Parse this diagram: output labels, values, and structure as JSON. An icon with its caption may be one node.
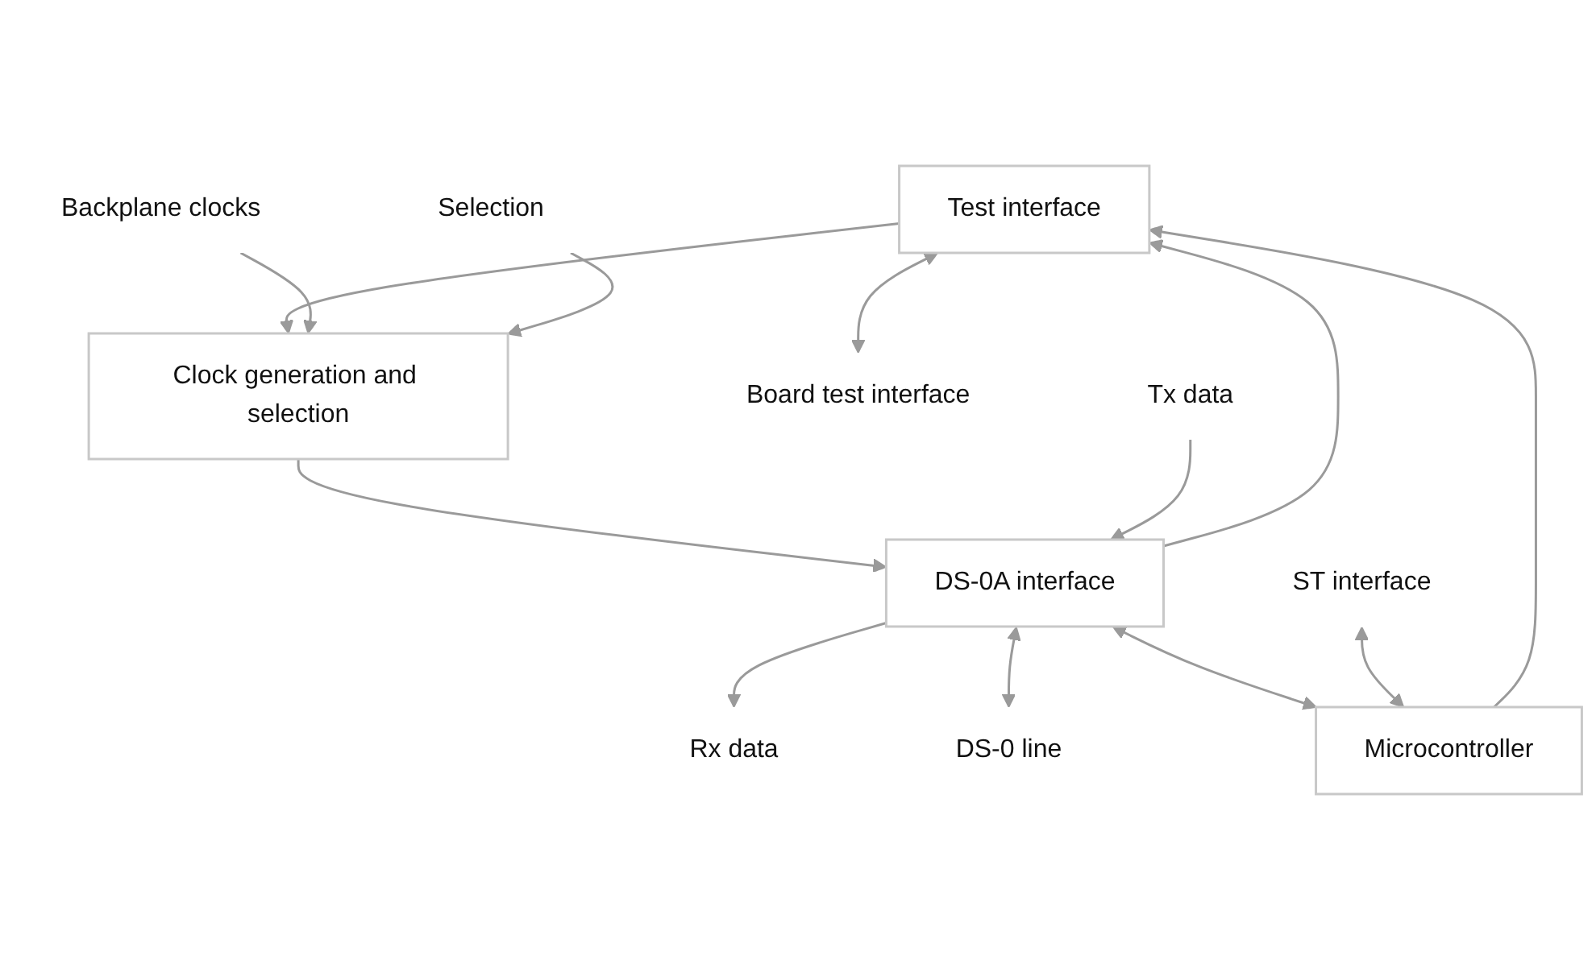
{
  "diagram": {
    "nodes": [
      {
        "text": [
          "Test interface"
        ]
      },
      {
        "text": [
          "Clock generation and selection"
        ]
      },
      {
        "text": [
          "DS-0A interface"
        ]
      },
      {
        "text": [
          "Microcontroller"
        ]
      },
      {
        "text": [
          "Board test interface"
        ]
      },
      {
        "text": [
          "Backplane clocks"
        ]
      },
      {
        "text": [
          "Selection"
        ]
      },
      {
        "text": [
          "Tx data"
        ]
      },
      {
        "text": [
          "Rx data"
        ]
      },
      {
        "text": [
          "DS-0 line"
        ]
      },
      {
        "text": [
          "ST interface"
        ]
      }
    ],
    "edges": [
      {
        "from": 0,
        "to": 4,
        "arrow": "both"
      },
      {
        "from": 0,
        "to": 1,
        "arrow": "to"
      },
      {
        "from": 5,
        "to": 1,
        "arrow": "to"
      },
      {
        "from": 6,
        "to": 1,
        "arrow": "to"
      },
      {
        "from": 1,
        "to": 2,
        "arrow": "to"
      },
      {
        "from": 7,
        "to": 2,
        "arrow": "to"
      },
      {
        "from": 2,
        "to": 8,
        "arrow": "to"
      },
      {
        "from": 2,
        "to": 9,
        "arrow": "both"
      },
      {
        "from": 2,
        "to": 3,
        "arrow": "both"
      },
      {
        "from": 2,
        "to": 0,
        "arrow": "to"
      },
      {
        "from": 10,
        "to": 3,
        "arrow": "both"
      },
      {
        "from": 3,
        "to": 0,
        "arrow": "to"
      }
    ]
  }
}
